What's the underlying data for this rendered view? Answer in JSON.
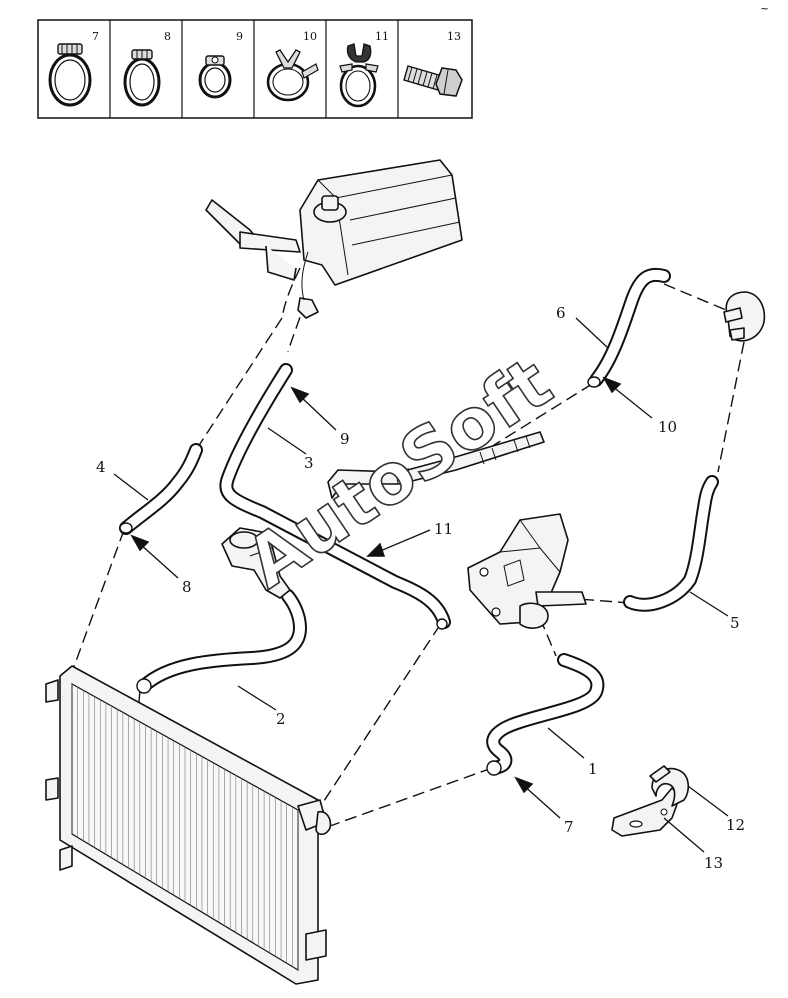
{
  "legend": {
    "items": [
      {
        "number": "7",
        "icon": "hose-clamp-icon"
      },
      {
        "number": "8",
        "icon": "hose-clamp-icon"
      },
      {
        "number": "9",
        "icon": "worm-clamp-icon"
      },
      {
        "number": "10",
        "icon": "spring-clamp-icon"
      },
      {
        "number": "11",
        "icon": "spring-clamp-icon"
      },
      {
        "number": "13",
        "icon": "bolt-icon"
      }
    ]
  },
  "callouts": {
    "c1": "1",
    "c2": "2",
    "c3": "3",
    "c4": "4",
    "c5": "5",
    "c6": "6",
    "c7": "7",
    "c8": "8",
    "c9": "9",
    "c10": "10",
    "c11": "11",
    "c12": "12",
    "c13": "13"
  },
  "watermark": "AutoSoft",
  "corner_mark": "~"
}
